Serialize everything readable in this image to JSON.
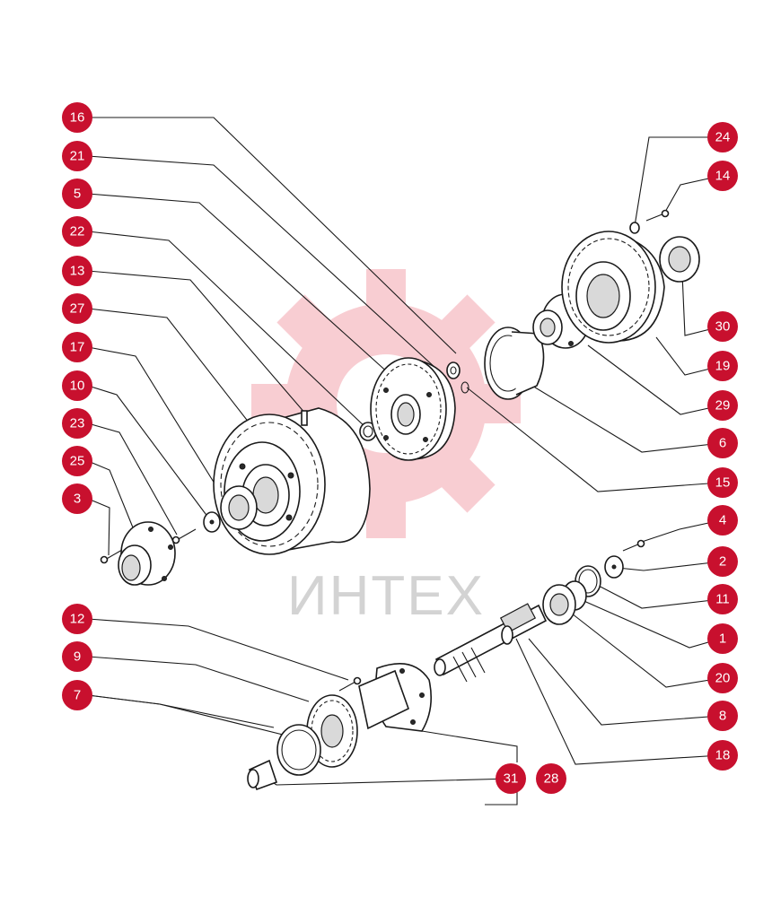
{
  "watermark": {
    "text": "ИНТЕХ",
    "gear_color": "#f4a6ae"
  },
  "badge_color": "#c8102e",
  "callouts": [
    {
      "id": "16"
    },
    {
      "id": "21"
    },
    {
      "id": "5"
    },
    {
      "id": "22"
    },
    {
      "id": "13"
    },
    {
      "id": "27"
    },
    {
      "id": "17"
    },
    {
      "id": "10"
    },
    {
      "id": "23"
    },
    {
      "id": "25"
    },
    {
      "id": "3"
    },
    {
      "id": "12"
    },
    {
      "id": "9"
    },
    {
      "id": "7"
    },
    {
      "id": "24"
    },
    {
      "id": "14"
    },
    {
      "id": "30"
    },
    {
      "id": "19"
    },
    {
      "id": "29"
    },
    {
      "id": "6"
    },
    {
      "id": "15"
    },
    {
      "id": "4"
    },
    {
      "id": "2"
    },
    {
      "id": "11"
    },
    {
      "id": "1"
    },
    {
      "id": "20"
    },
    {
      "id": "8"
    },
    {
      "id": "18"
    },
    {
      "id": "31"
    },
    {
      "id": "28"
    }
  ]
}
